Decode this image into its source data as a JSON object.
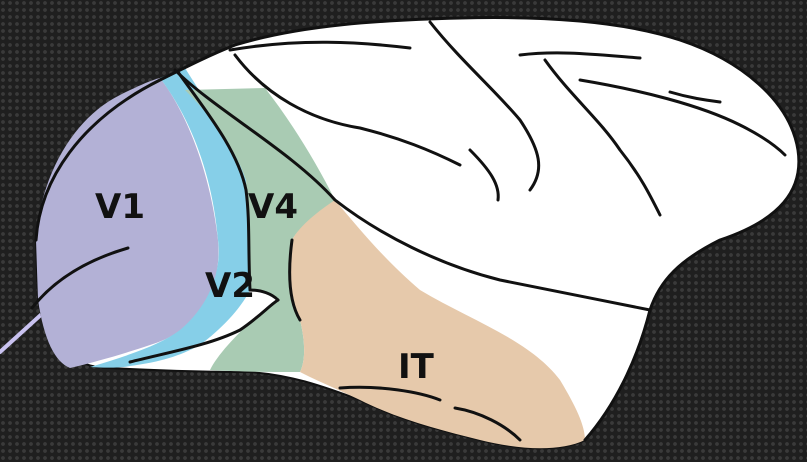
{
  "diagram": {
    "regions": [
      {
        "id": "v1",
        "label": "V1",
        "color": "#b3b1d6"
      },
      {
        "id": "v2",
        "label": "V2",
        "color": "#86cfe8"
      },
      {
        "id": "v4",
        "label": "V4",
        "color": "#a9cbb3"
      },
      {
        "id": "it",
        "label": "IT",
        "color": "#e6c9ab"
      }
    ],
    "cortex_color": "#ffffff",
    "background_color": "#1f1f1f",
    "probe_color": "#c9c2f0"
  }
}
